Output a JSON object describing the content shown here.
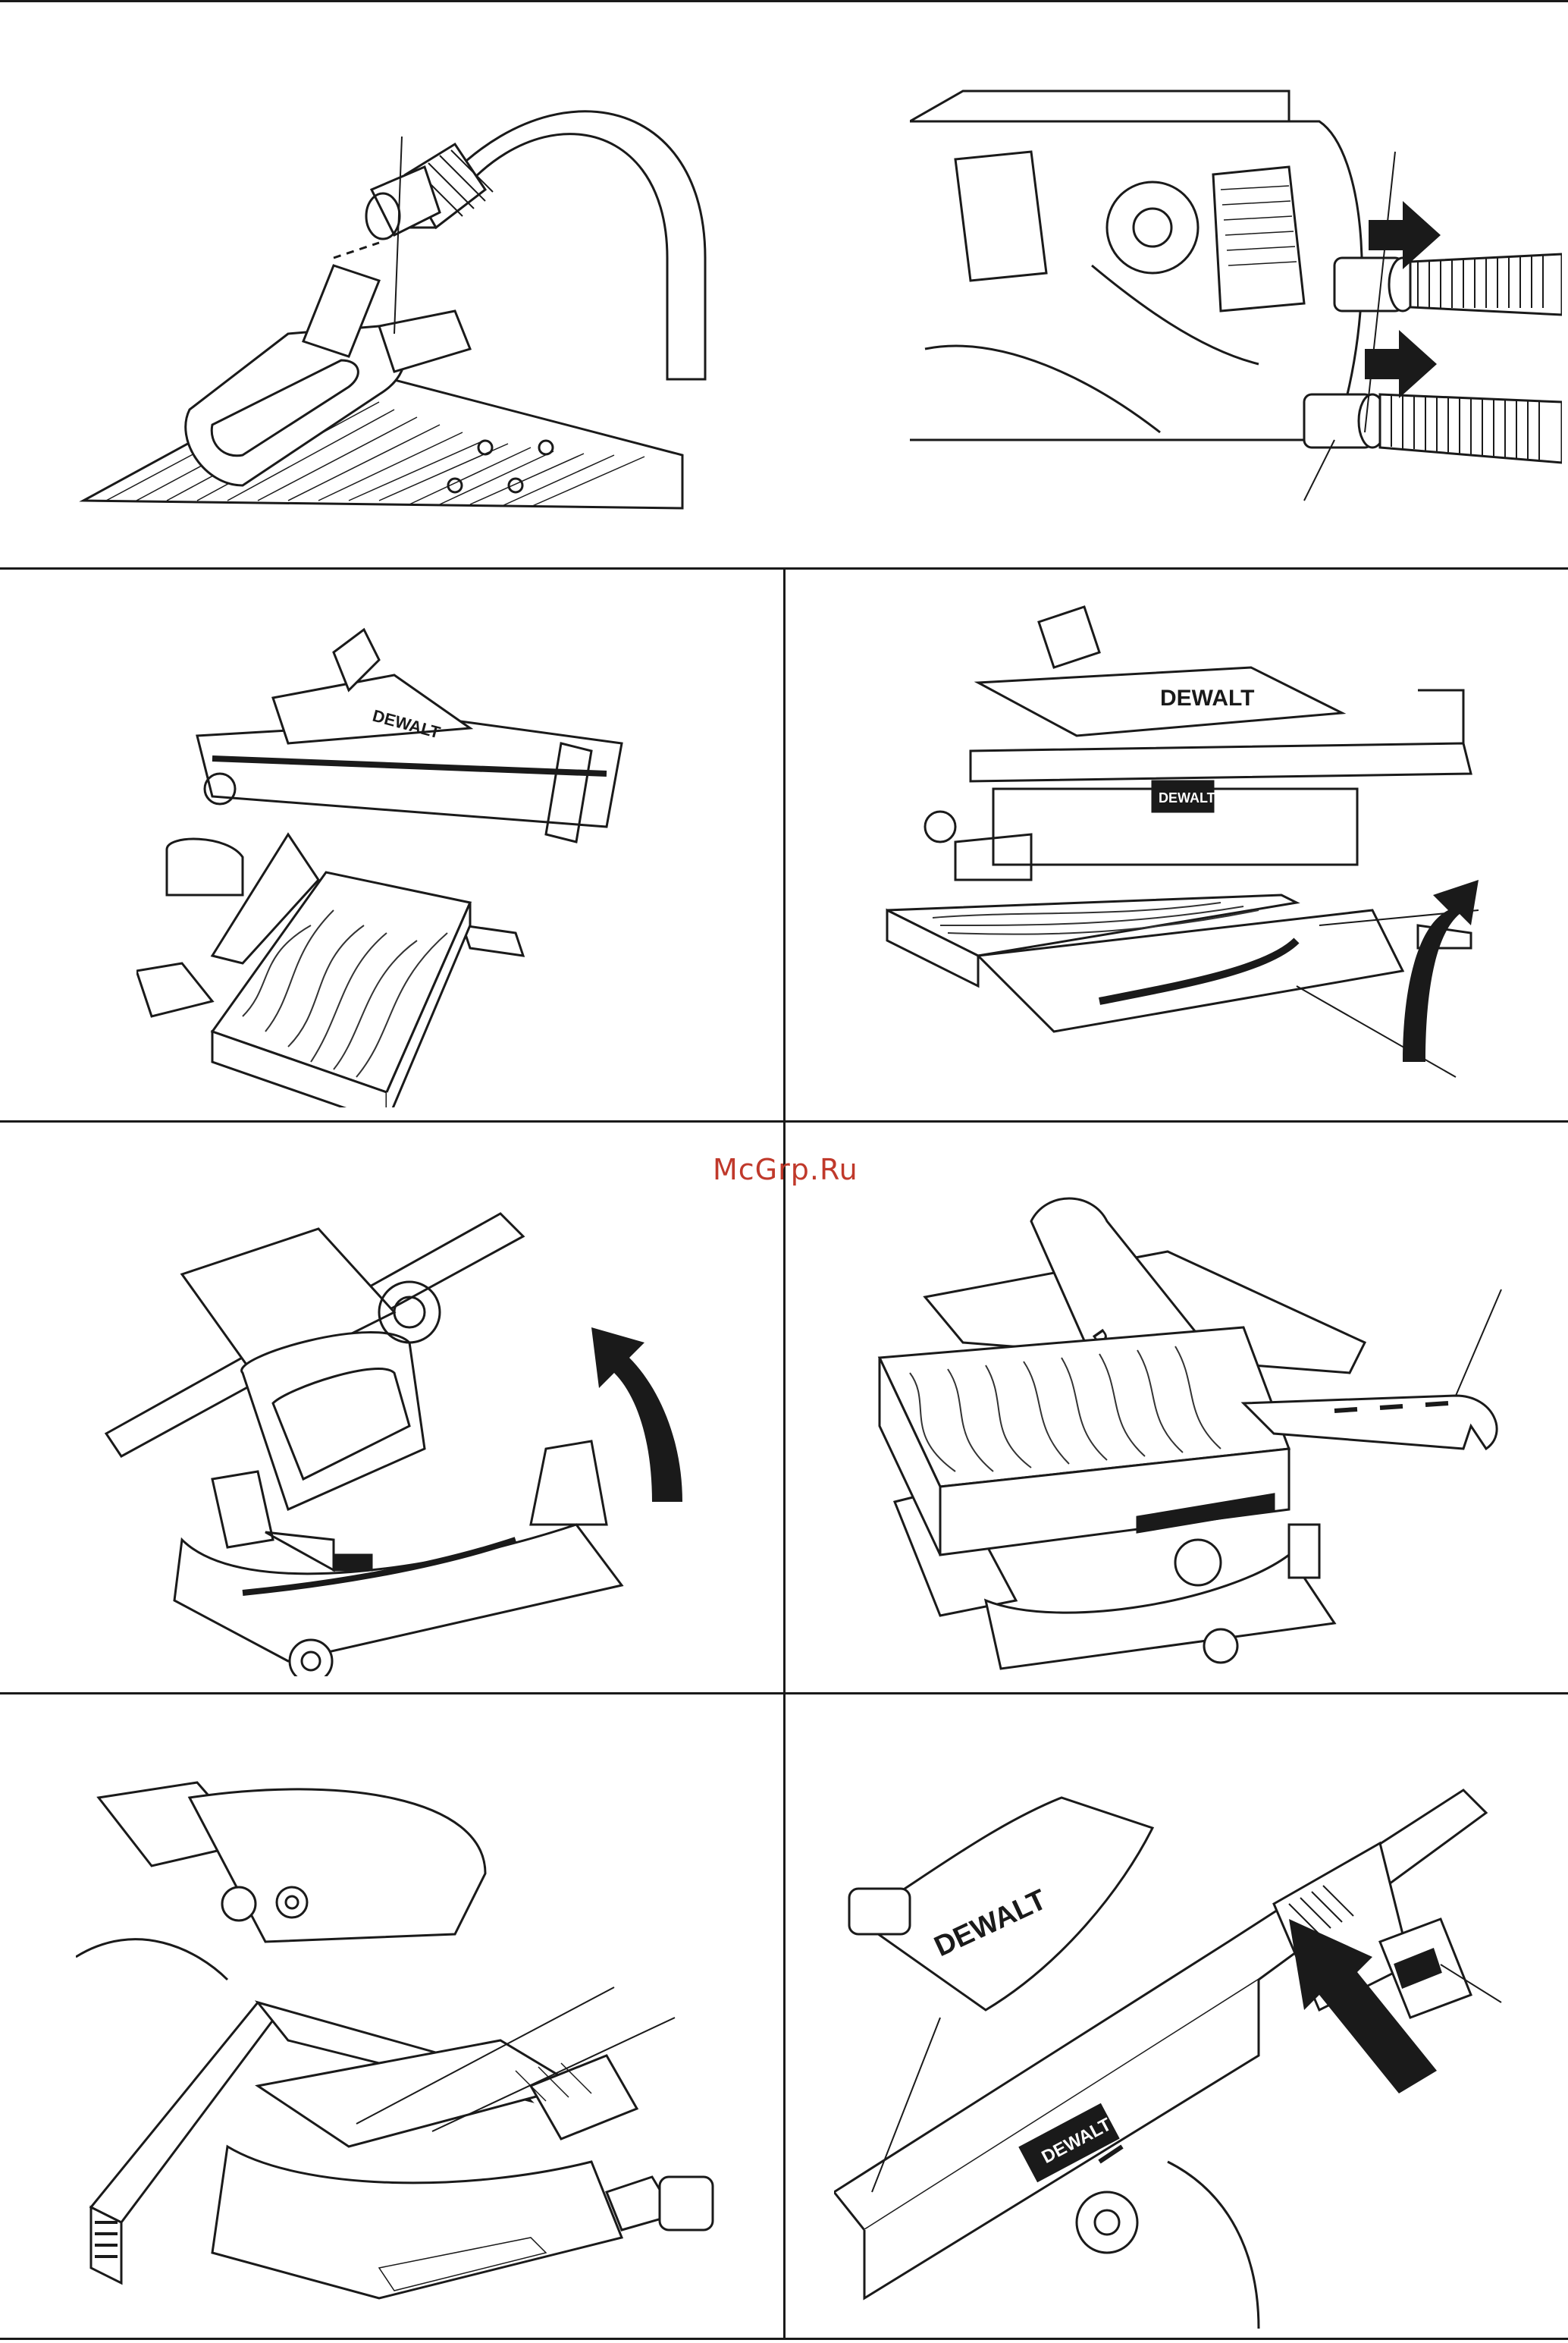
{
  "watermark": {
    "text": "McGrp.Ru",
    "color": "#c0392b"
  },
  "brand_label": "DEWALT",
  "colors": {
    "line": "#1a1a1a",
    "paper": "#ffffff",
    "wood_grain": "#333333"
  },
  "figures": [
    {
      "id": "fig-dust-adaptor-hose",
      "icons": [
        "hose-icon",
        "dust-port-icon",
        "table-icon"
      ]
    },
    {
      "id": "fig-dust-extraction-ports",
      "icons": [
        "arrow-right-icon",
        "hose-icon",
        "dust-port-icon"
      ]
    },
    {
      "id": "fig-table-saw-mode",
      "icons": [
        "saw-icon",
        "workpiece-icon"
      ]
    },
    {
      "id": "fig-flip-over-raise",
      "icons": [
        "saw-icon",
        "workpiece-icon",
        "arrow-up-curved-icon"
      ]
    },
    {
      "id": "fig-mitre-saw-mode",
      "icons": [
        "saw-icon",
        "arrow-up-curved-icon"
      ]
    },
    {
      "id": "fig-push-stick-cutting",
      "icons": [
        "saw-icon",
        "workpiece-icon",
        "push-stick-icon"
      ]
    },
    {
      "id": "fig-fence-detail",
      "icons": [
        "fence-icon",
        "knob-icon"
      ]
    },
    {
      "id": "fig-lock-lever-detail",
      "icons": [
        "saw-icon",
        "arrow-diagonal-icon",
        "lever-icon"
      ]
    }
  ]
}
